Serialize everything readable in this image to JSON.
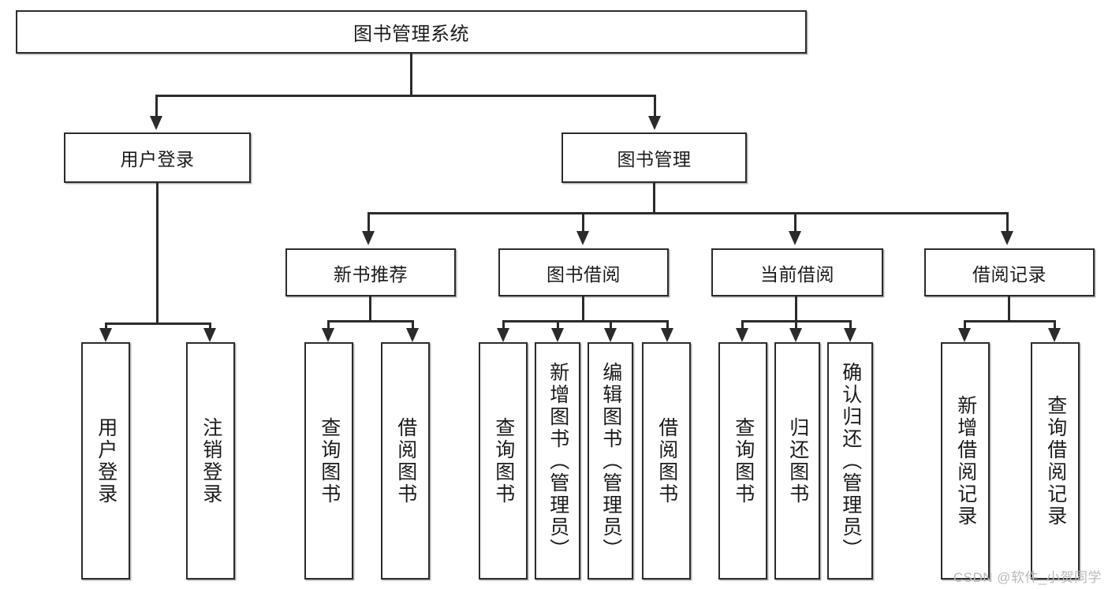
{
  "diagram": {
    "title": "图书管理系统",
    "type": "tree-hierarchy",
    "watermark": "CSDN @软件_小贺同学",
    "colors": {
      "box_border": "#2b2b2b",
      "box_fill": "#ffffff",
      "line": "#2b2b2b",
      "text": "#1b1b1b",
      "watermark": "#b9b9b9",
      "background": "#ffffff"
    }
  },
  "root": {
    "label": "图书管理系统"
  },
  "level2": [
    {
      "label": "用户登录"
    },
    {
      "label": "图书管理"
    }
  ],
  "level3": [
    {
      "label": "新书推荐"
    },
    {
      "label": "图书借阅"
    },
    {
      "label": "当前借阅"
    },
    {
      "label": "借阅记录"
    }
  ],
  "leaves": {
    "user_login": [
      {
        "label": "用户登录"
      },
      {
        "label": "注销登录"
      }
    ],
    "new_book_recommend": [
      {
        "label": "查询图书"
      },
      {
        "label": "借阅图书"
      }
    ],
    "book_borrow": [
      {
        "label": "查询图书"
      },
      {
        "label": "新增图书（管理员）"
      },
      {
        "label": "编辑图书（管理员）"
      },
      {
        "label": "借阅图书"
      }
    ],
    "current_borrow": [
      {
        "label": "查询图书"
      },
      {
        "label": "归还图书"
      },
      {
        "label": "确认归还（管理员）"
      }
    ],
    "borrow_record": [
      {
        "label": "新增借阅记录"
      },
      {
        "label": "查询借阅记录"
      }
    ]
  }
}
